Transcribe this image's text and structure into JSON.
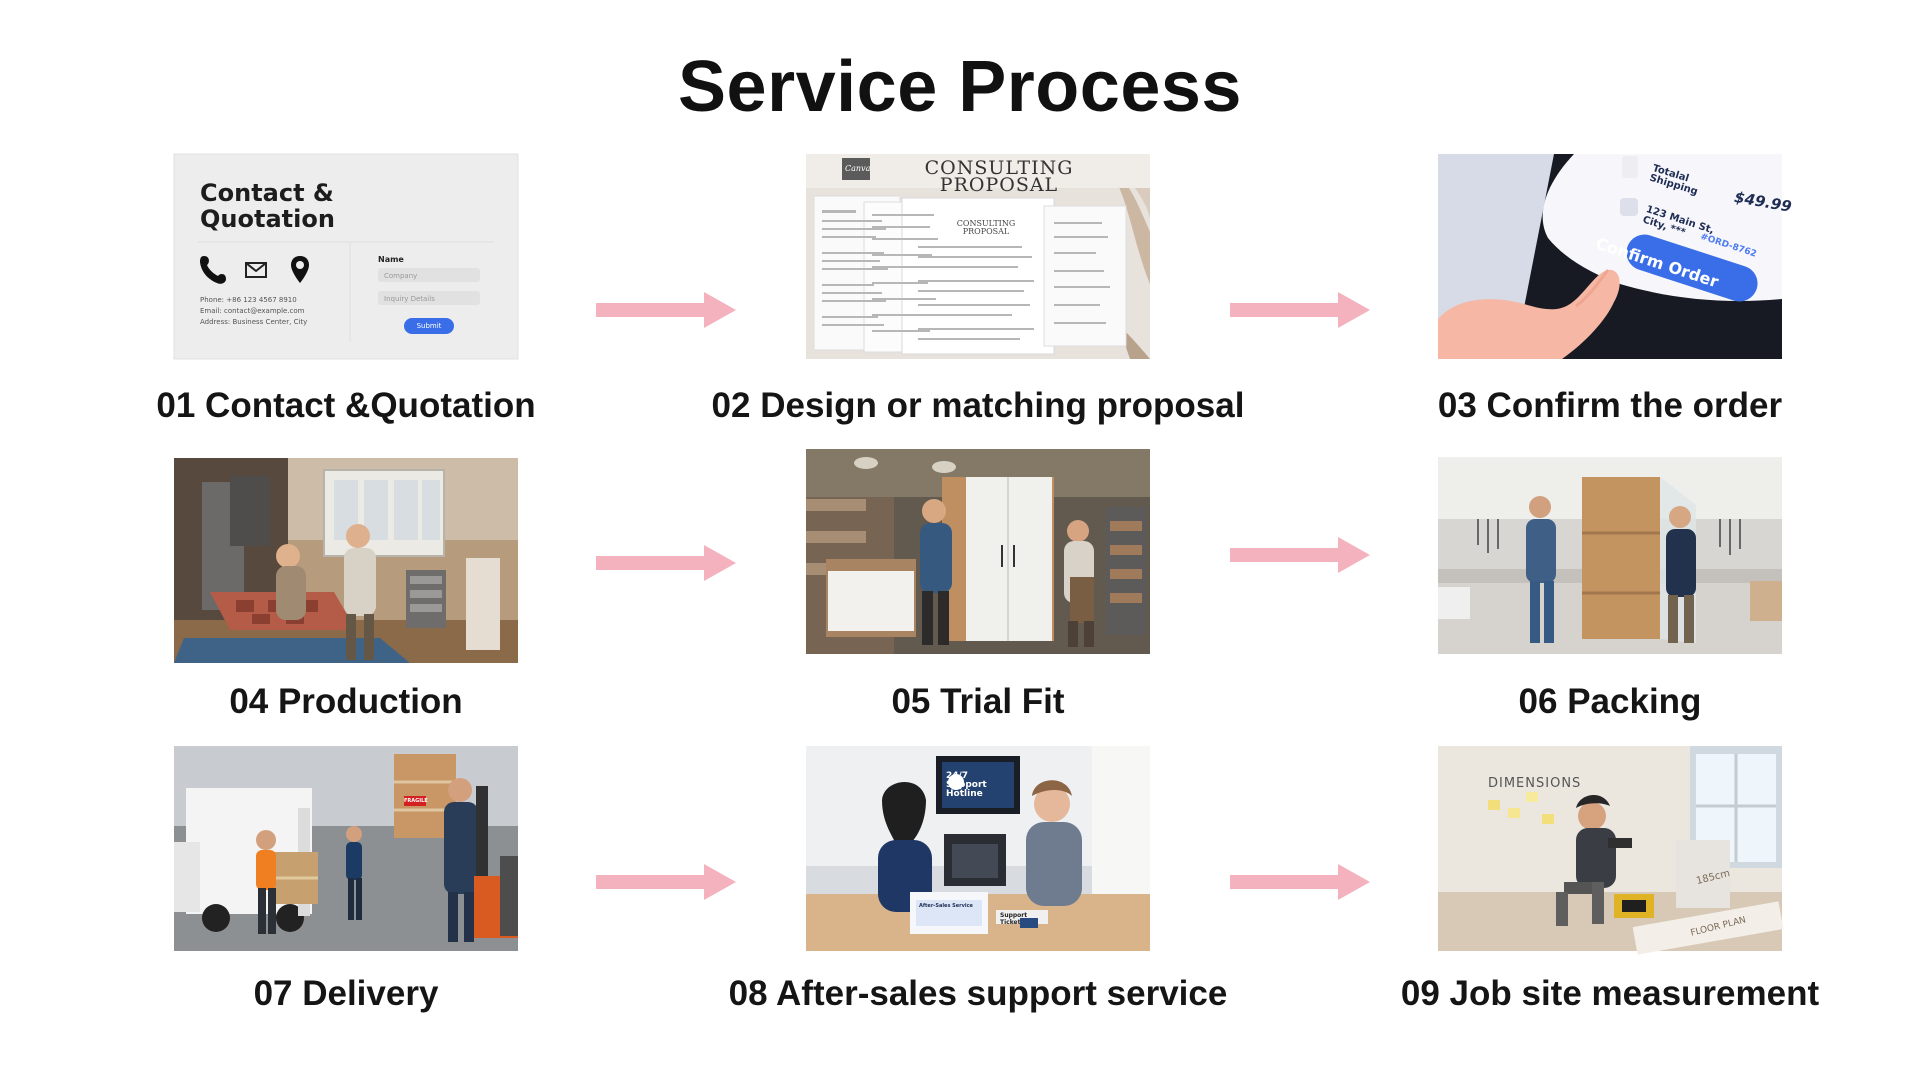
{
  "page": {
    "title": "Service Process"
  },
  "steps": [
    {
      "label": "01 Contact &Quotation",
      "image": {
        "title": "Contact &\nQuotation",
        "contact_lines": "Phone: +86 123 4567 8910\nEmail: contact@example.com\nAddress: Business Center, City",
        "name_label": "Name",
        "company_placeholder": "Company",
        "inquiry_placeholder": "Inquiry Details",
        "submit_label": "Submit",
        "icons": [
          "phone-icon",
          "mail-icon",
          "location-icon"
        ]
      }
    },
    {
      "label": "02 Design or matching proposal",
      "image": {
        "title": "CONSULTING\nPROPOSAL",
        "subtitle": "CONSULTING\nPROPOSAL",
        "badge": "Canva"
      }
    },
    {
      "label": "03 Confirm the order",
      "image": {
        "total_label": "Totalal\nShipping",
        "price": "$49.99",
        "address": "123 Main St,\nCity, ***",
        "order_id": "#ORD-8762",
        "button_label": "Confirm Order"
      }
    },
    {
      "label": "04 Production"
    },
    {
      "label": "05 Trial Fit"
    },
    {
      "label": "06 Packing"
    },
    {
      "label": "07 Delivery",
      "image": {
        "crate_label": "FRAGILE"
      }
    },
    {
      "label": "08 After-sales support service",
      "image": {
        "screen_text": "24/7 Support\nHotline",
        "tablet_text": "After-Sales Service",
        "device_text": "Support\nTicket"
      }
    },
    {
      "label": "09 Job site measurement",
      "image": {
        "wall_label": "DIMENSIONS",
        "measurement": "185cm",
        "floor_plan": "FLOOR PLAN"
      }
    }
  ],
  "arrows": {
    "color": "#f3b2be"
  },
  "colors": {
    "title": "#111111",
    "caption": "#151515",
    "arrow": "#f3b2be",
    "button_blue": "#3a6ee8"
  }
}
